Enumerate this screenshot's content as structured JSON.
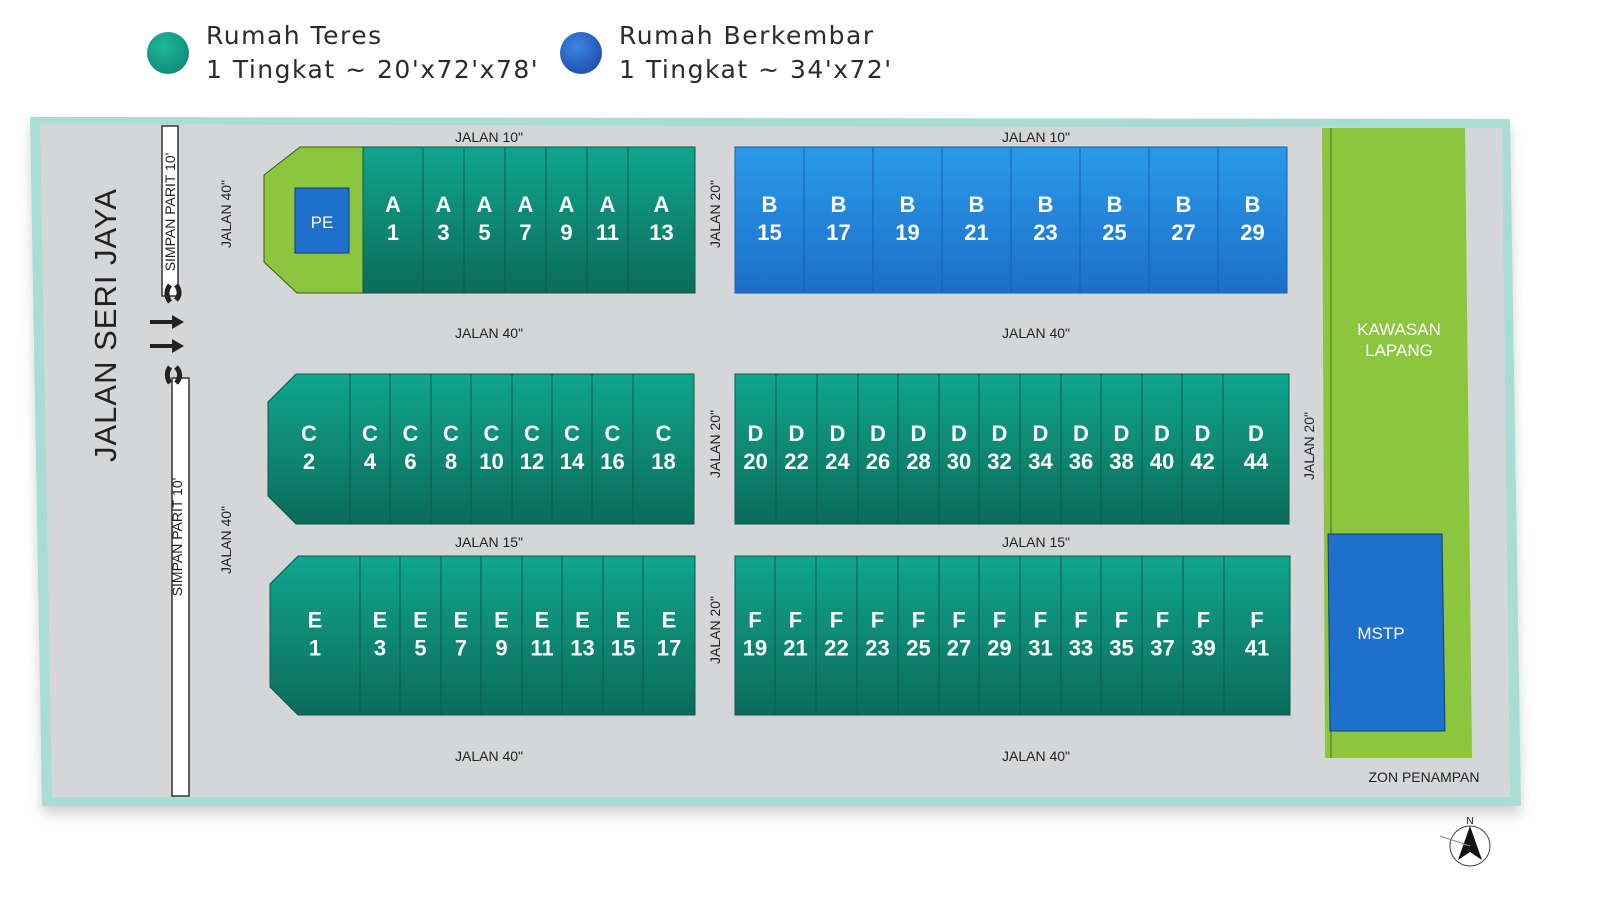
{
  "legend": [
    {
      "name": "Rumah Teres",
      "spec": "1 Tingkat ~ 20'x72'x78'",
      "color": "#0e9b85"
    },
    {
      "name": "Rumah Berkembar",
      "spec": "1 Tingkat ~ 34'x72'",
      "color": "#1f5fc4"
    }
  ],
  "roads": {
    "main": "JALAN SERI JAYA",
    "simpan_parit": "SIMPAN PARIT 10'",
    "jalan_10": "JALAN 10\"",
    "jalan_15": "JALAN 15\"",
    "jalan_20": "JALAN 20\"",
    "jalan_40": "JALAN 40\""
  },
  "zones": {
    "kawasan_line1": "KAWASAN",
    "kawasan_line2": "LAPANG",
    "mstp": "MSTP",
    "pe": "PE",
    "zon_penampan": "ZON PENAMPAN"
  },
  "compass": {
    "north": "N"
  },
  "lots": {
    "A": [
      "1",
      "3",
      "5",
      "7",
      "9",
      "11",
      "13"
    ],
    "B": [
      "15",
      "17",
      "19",
      "21",
      "23",
      "25",
      "27",
      "29"
    ],
    "C": [
      "2",
      "4",
      "6",
      "8",
      "10",
      "12",
      "14",
      "16",
      "18"
    ],
    "D": [
      "20",
      "22",
      "24",
      "26",
      "28",
      "30",
      "32",
      "34",
      "36",
      "38",
      "40",
      "42",
      "44"
    ],
    "E": [
      "1",
      "3",
      "5",
      "7",
      "9",
      "11",
      "13",
      "15",
      "17"
    ],
    "F": [
      "19",
      "21",
      "22",
      "23",
      "25",
      "27",
      "29",
      "31",
      "33",
      "35",
      "37",
      "39",
      "41"
    ]
  },
  "colors": {
    "teres": "#0e9b85",
    "berkembar": "#2a8fdd",
    "green_zone": "#8cc63f",
    "mstp": "#1f6fcc",
    "road": "#d5d6d8",
    "border": "#a9dcd3"
  }
}
